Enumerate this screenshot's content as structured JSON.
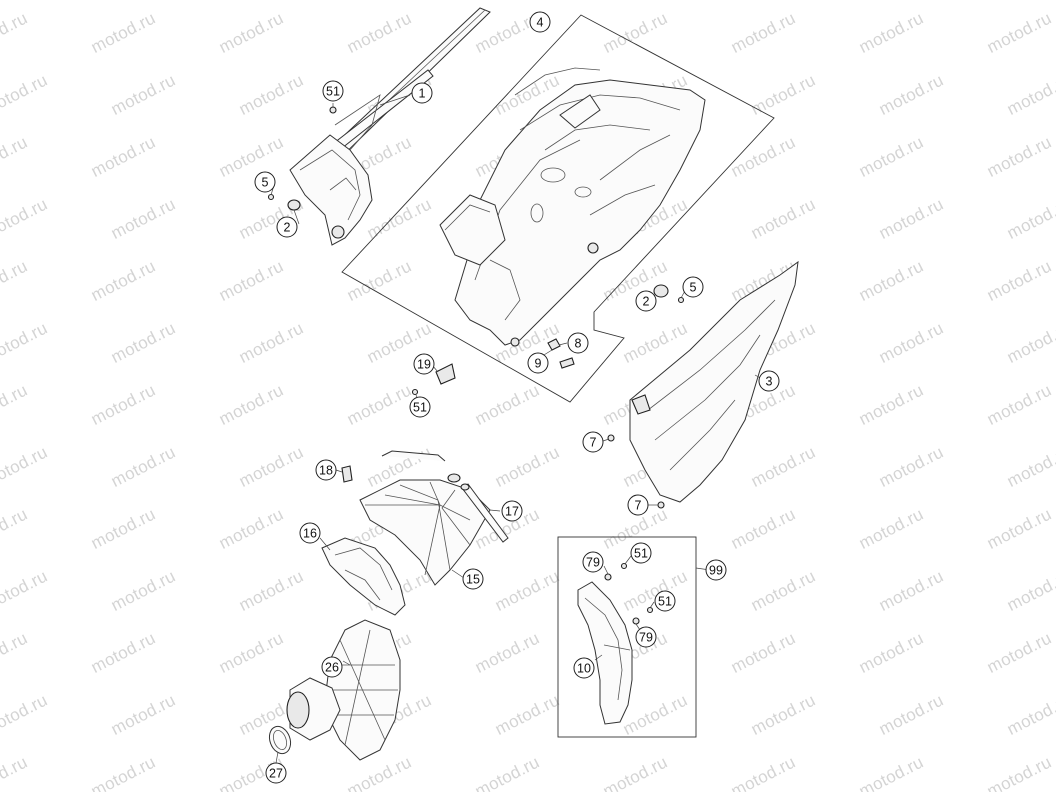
{
  "watermark": {
    "text": "motod.ru",
    "color": "#d4d4d4"
  },
  "icons": [
    "callout-circle"
  ],
  "callouts": [
    {
      "id": "c1",
      "label": "1"
    },
    {
      "id": "c4",
      "label": "4"
    },
    {
      "id": "c51a",
      "label": "51"
    },
    {
      "id": "c5a",
      "label": "5"
    },
    {
      "id": "c2a",
      "label": "2"
    },
    {
      "id": "c2b",
      "label": "2"
    },
    {
      "id": "c5b",
      "label": "5"
    },
    {
      "id": "c8",
      "label": "8"
    },
    {
      "id": "c9",
      "label": "9"
    },
    {
      "id": "c19",
      "label": "19"
    },
    {
      "id": "c51b",
      "label": "51"
    },
    {
      "id": "c3",
      "label": "3"
    },
    {
      "id": "c7a",
      "label": "7"
    },
    {
      "id": "c7b",
      "label": "7"
    },
    {
      "id": "c18",
      "label": "18"
    },
    {
      "id": "c17",
      "label": "17"
    },
    {
      "id": "c16",
      "label": "16"
    },
    {
      "id": "c15",
      "label": "15"
    },
    {
      "id": "c26",
      "label": "26"
    },
    {
      "id": "c27",
      "label": "27"
    },
    {
      "id": "c99",
      "label": "99"
    },
    {
      "id": "c79a",
      "label": "79"
    },
    {
      "id": "c51c",
      "label": "51"
    },
    {
      "id": "c51d",
      "label": "51"
    },
    {
      "id": "c79b",
      "label": "79"
    },
    {
      "id": "c10",
      "label": "10"
    }
  ]
}
